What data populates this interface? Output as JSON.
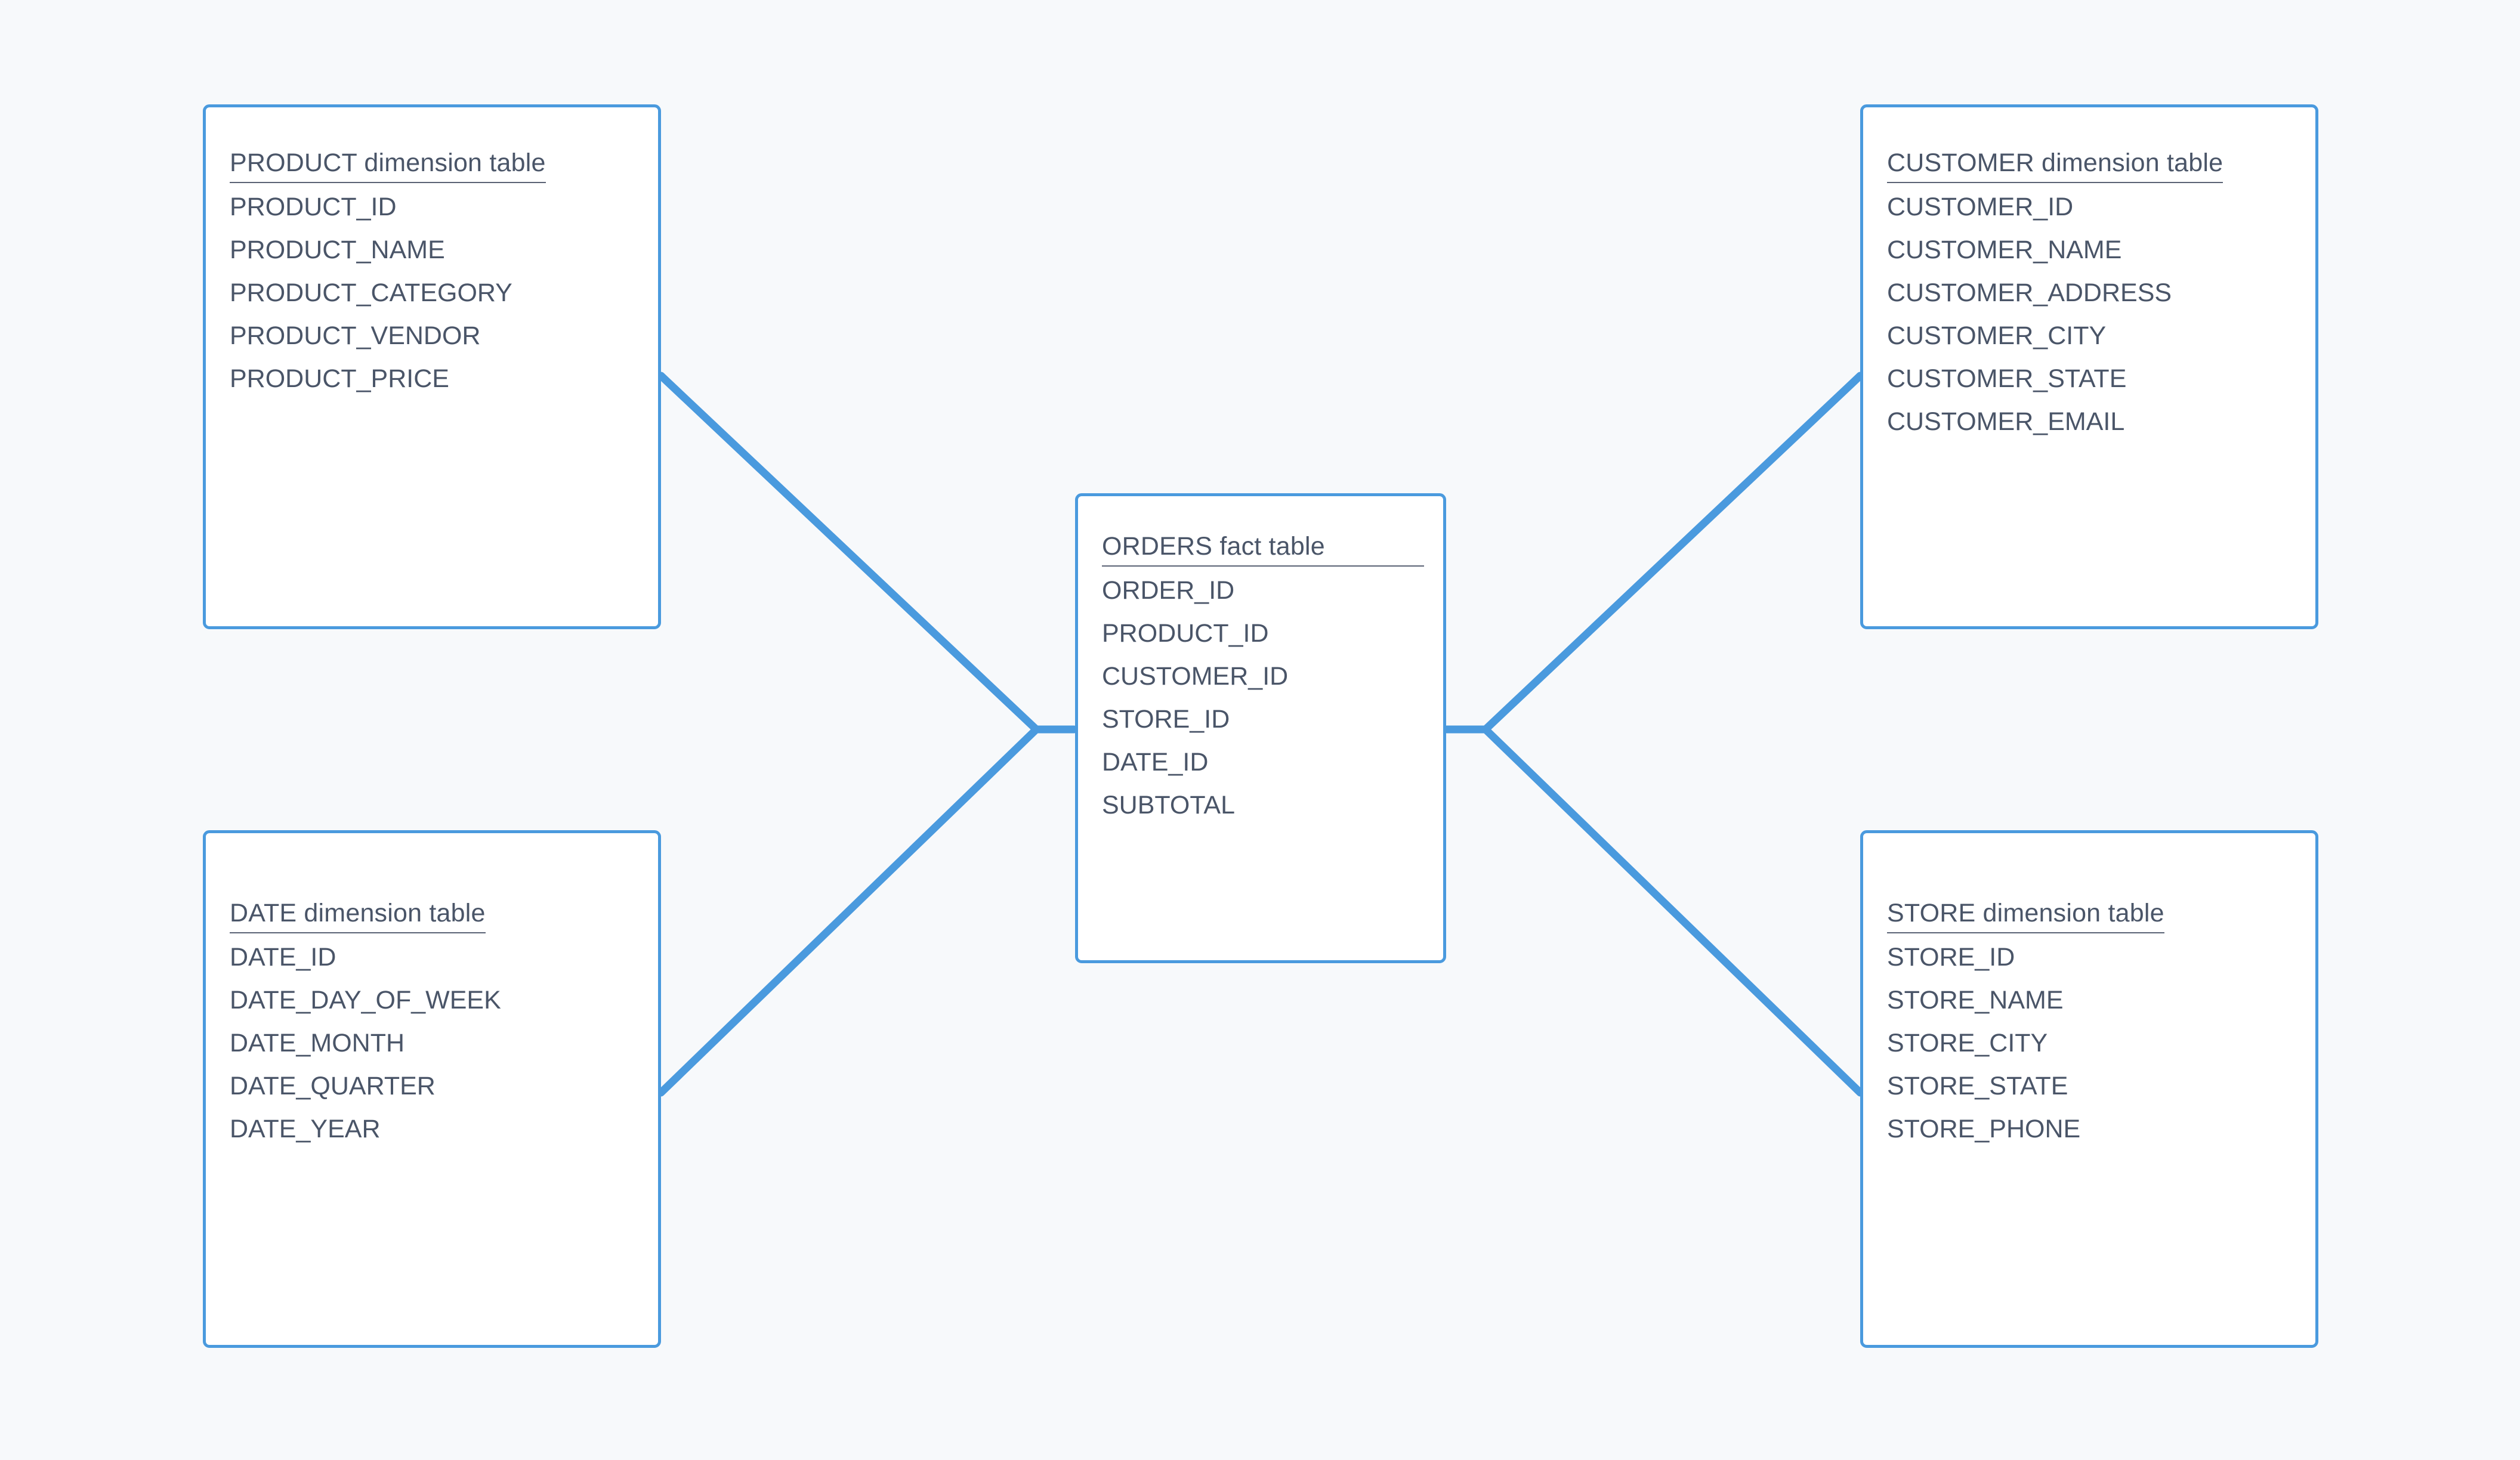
{
  "diagram": {
    "type": "star-schema",
    "title_visible": false,
    "background_color": "#f7f9fb",
    "accent_color": "#4a9ade",
    "text_color": "#4a5568"
  },
  "tables": {
    "product": {
      "title": "PRODUCT dimension table",
      "title_entity": "PRODUCT",
      "title_suffix": "dimension table",
      "fields": [
        "PRODUCT_ID",
        "PRODUCT_NAME",
        "PRODUCT_CATEGORY",
        "PRODUCT_VENDOR",
        "PRODUCT_PRICE"
      ]
    },
    "customer": {
      "title": "CUSTOMER dimension table",
      "title_entity": "CUSTOMER",
      "title_suffix": "dimension table",
      "fields": [
        "CUSTOMER_ID",
        "CUSTOMER_NAME",
        "CUSTOMER_ADDRESS",
        "CUSTOMER_CITY",
        "CUSTOMER_STATE",
        "CUSTOMER_EMAIL"
      ]
    },
    "orders": {
      "title": "ORDERS fact table",
      "title_entity": "ORDERS",
      "title_suffix": "fact table",
      "fields": [
        "ORDER_ID",
        "PRODUCT_ID",
        "CUSTOMER_ID",
        "STORE_ID",
        "DATE_ID",
        "SUBTOTAL"
      ]
    },
    "date": {
      "title": "DATE dimension table",
      "title_entity": "DATE",
      "title_suffix": "dimension table",
      "fields": [
        "DATE_ID",
        "DATE_DAY_OF_WEEK",
        "DATE_MONTH",
        "DATE_QUARTER",
        "DATE_YEAR"
      ]
    },
    "store": {
      "title": "STORE dimension table",
      "title_entity": "STORE",
      "title_suffix": "dimension table",
      "fields": [
        "STORE_ID",
        "STORE_NAME",
        "STORE_CITY",
        "STORE_STATE",
        "STORE_PHONE"
      ]
    }
  },
  "relationships": [
    {
      "from": "product",
      "to": "orders"
    },
    {
      "from": "customer",
      "to": "orders"
    },
    {
      "from": "date",
      "to": "orders"
    },
    {
      "from": "store",
      "to": "orders"
    }
  ]
}
